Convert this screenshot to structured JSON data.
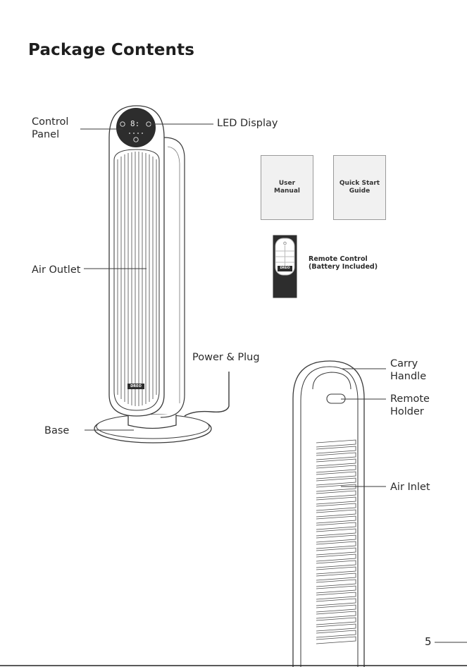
{
  "page": {
    "title": "Package Contents",
    "page_number": "5"
  },
  "labels": {
    "control_panel": "Control\nPanel",
    "led_display": "LED Display",
    "air_outlet": "Air Outlet",
    "power_plug": "Power & Plug",
    "base": "Base",
    "carry_handle": "Carry\nHandle",
    "remote_holder": "Remote\nHolder",
    "air_inlet": "Air Inlet"
  },
  "accessories": {
    "user_manual": "User\nManual",
    "quick_start_guide": "Quick Start\nGuide",
    "remote_control": "Remote Control\n(Battery Included)"
  },
  "device": {
    "brand_badge": "DREO",
    "display_readout": "8:"
  },
  "colors": {
    "line": "#3a3a3a",
    "panel_dark": "#2d2d2d",
    "doc_fill": "#f1f1f1"
  }
}
